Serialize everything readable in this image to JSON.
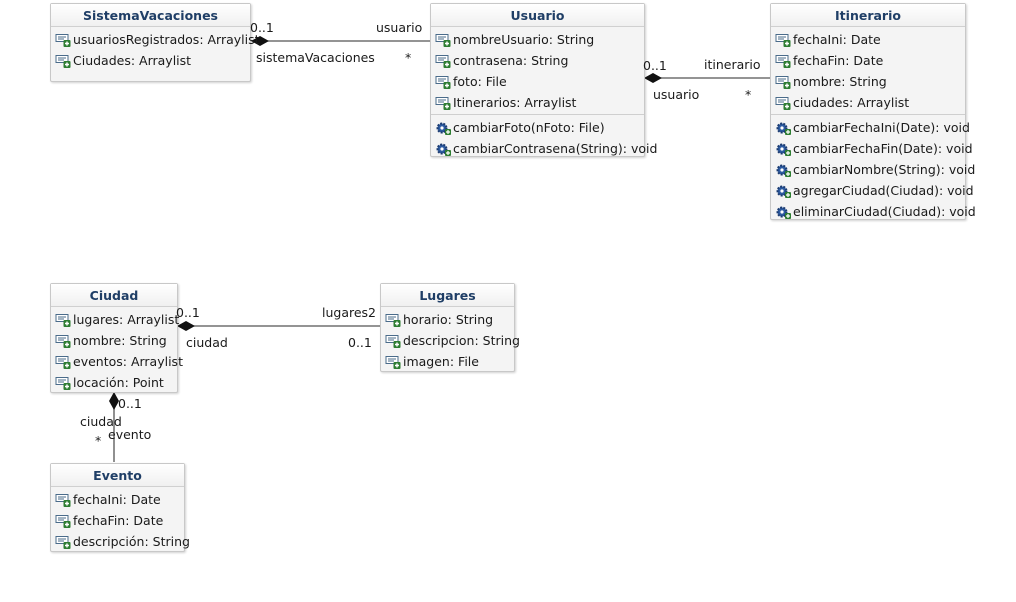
{
  "classes": {
    "sistema": {
      "name": "SistemaVacaciones",
      "attributes": [
        "usuariosRegistrados: Arraylist",
        "Ciudades: Arraylist"
      ],
      "operations": []
    },
    "usuario": {
      "name": "Usuario",
      "attributes": [
        "nombreUsuario: String",
        "contrasena: String",
        "foto: File",
        "Itinerarios: Arraylist"
      ],
      "operations": [
        "cambiarFoto(nFoto: File)",
        "cambiarContrasena(String): void"
      ]
    },
    "itinerario": {
      "name": "Itinerario",
      "attributes": [
        "fechaIni: Date",
        "fechaFin: Date",
        "nombre: String",
        "ciudades: Arraylist"
      ],
      "operations": [
        "cambiarFechaIni(Date): void",
        "cambiarFechaFin(Date): void",
        "cambiarNombre(String): void",
        "agregarCiudad(Ciudad): void",
        "eliminarCiudad(Ciudad): void"
      ]
    },
    "ciudad": {
      "name": "Ciudad",
      "attributes": [
        "lugares: Arraylist",
        "nombre: String",
        "eventos: Arraylist",
        "locación: Point"
      ],
      "operations": []
    },
    "lugares": {
      "name": "Lugares",
      "attributes": [
        "horario: String",
        "descripcion: String",
        "imagen: File"
      ],
      "operations": []
    },
    "evento": {
      "name": "Evento",
      "attributes": [
        "fechaIni: Date",
        "fechaFin: Date",
        "descripción: String"
      ],
      "operations": []
    }
  },
  "associations": {
    "sistema_usuario": {
      "mult_a": "0..1",
      "role_a": "sistemaVacaciones",
      "role_b": "usuario",
      "mult_b": "*"
    },
    "usuario_itinerario": {
      "mult_a": "0..1",
      "role_a": "usuario",
      "role_b": "itinerario",
      "mult_b": "*"
    },
    "ciudad_lugares": {
      "mult_a": "0..1",
      "role_a": "ciudad",
      "role_b": "lugares2",
      "mult_b": "0..1"
    },
    "ciudad_evento": {
      "mult_a": "0..1",
      "role_a": "ciudad",
      "role_b": "evento",
      "mult_b": "*"
    }
  },
  "colors": {
    "class_title": "#1f3e66",
    "class_fill": "#f4f4f4",
    "class_border": "#c8c8c8",
    "attribute_icon": "#2e7d32",
    "operation_icon": "#2c5aa0"
  },
  "icons": {
    "attribute": "field-icon",
    "operation": "method-gear-icon"
  }
}
